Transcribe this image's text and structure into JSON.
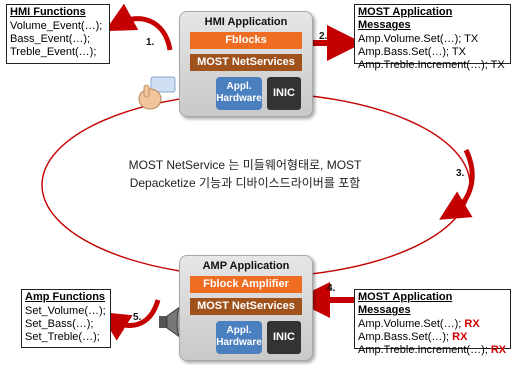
{
  "hmi_functions": {
    "title": "HMI Functions",
    "lines": [
      "Volume_Event(…);",
      "Bass_Event(…);",
      "Treble_Event(…);"
    ]
  },
  "hmi_app": {
    "title": "HMI Application",
    "fblocks": "Fblocks",
    "netservices": "MOST NetServices",
    "hardware_line1": "Appl.",
    "hardware_line2": "Hardware",
    "inic": "INIC"
  },
  "most_messages_tx": {
    "title": "MOST Application Messages",
    "lines": [
      "Amp.Volume.Set(…); TX",
      "Amp.Bass.Set(…);  TX",
      "Amp.Treble.Increment(…); TX"
    ]
  },
  "center_text": {
    "line1": "MOST NetService 는 미들웨어형태로, MOST",
    "line2": "Depacketize 기능과 디바이스드라이버를 포함"
  },
  "amp_app": {
    "title": "AMP Application",
    "fblock": "Fblock Amplifier",
    "netservices": "MOST NetServices",
    "hardware_line1": "Appl.",
    "hardware_line2": "Hardware",
    "inic": "INIC"
  },
  "amp_functions": {
    "title": "Amp Functions",
    "lines": [
      "Set_Volume(…);",
      "Set_Bass(…);",
      "Set_Treble(…);"
    ]
  },
  "most_messages_rx": {
    "title": "MOST Application Messages",
    "lines": [
      {
        "text": "Amp.Volume.Set(…); ",
        "tag": "RX"
      },
      {
        "text": "Amp.Bass.Set(…); ",
        "tag": "RX"
      },
      {
        "text": "Amp.Treble.Increment(…); ",
        "tag": "RX"
      }
    ]
  },
  "steps": [
    "1.",
    "2.",
    "3.",
    "4.",
    "5."
  ],
  "colors": {
    "arrow_red": "#c40000",
    "fblock_orange": "#ef6d22",
    "netservices_brown": "#a0521d",
    "hardware_blue": "#4a7fc0",
    "rx_red": "#d40000"
  }
}
